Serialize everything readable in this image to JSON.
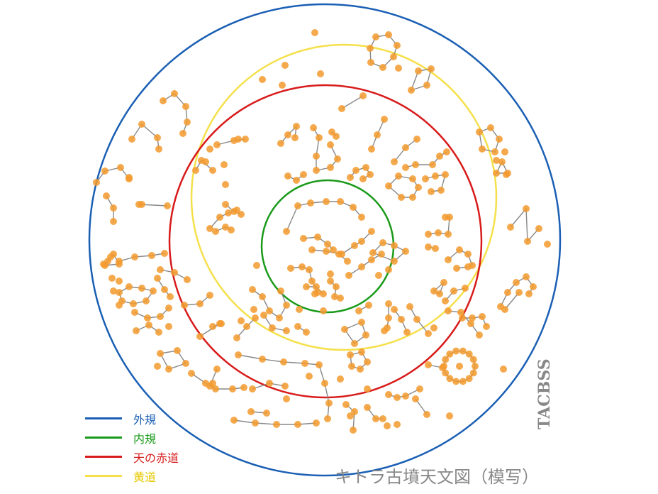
{
  "title": "キトラ古墳天文図（模写）",
  "watermark": "TACBSS",
  "legend": [
    {
      "label": "外規",
      "color": "#1a5fb4"
    },
    {
      "label": "内規",
      "color": "#1a9a1a"
    },
    {
      "label": "天の赤道",
      "color": "#d81b1b"
    },
    {
      "label": "黄道",
      "color": "#f5e04b"
    }
  ],
  "colors": {
    "star": "#f39a2e",
    "line": "#888888",
    "text_gray": "#888888"
  }
}
